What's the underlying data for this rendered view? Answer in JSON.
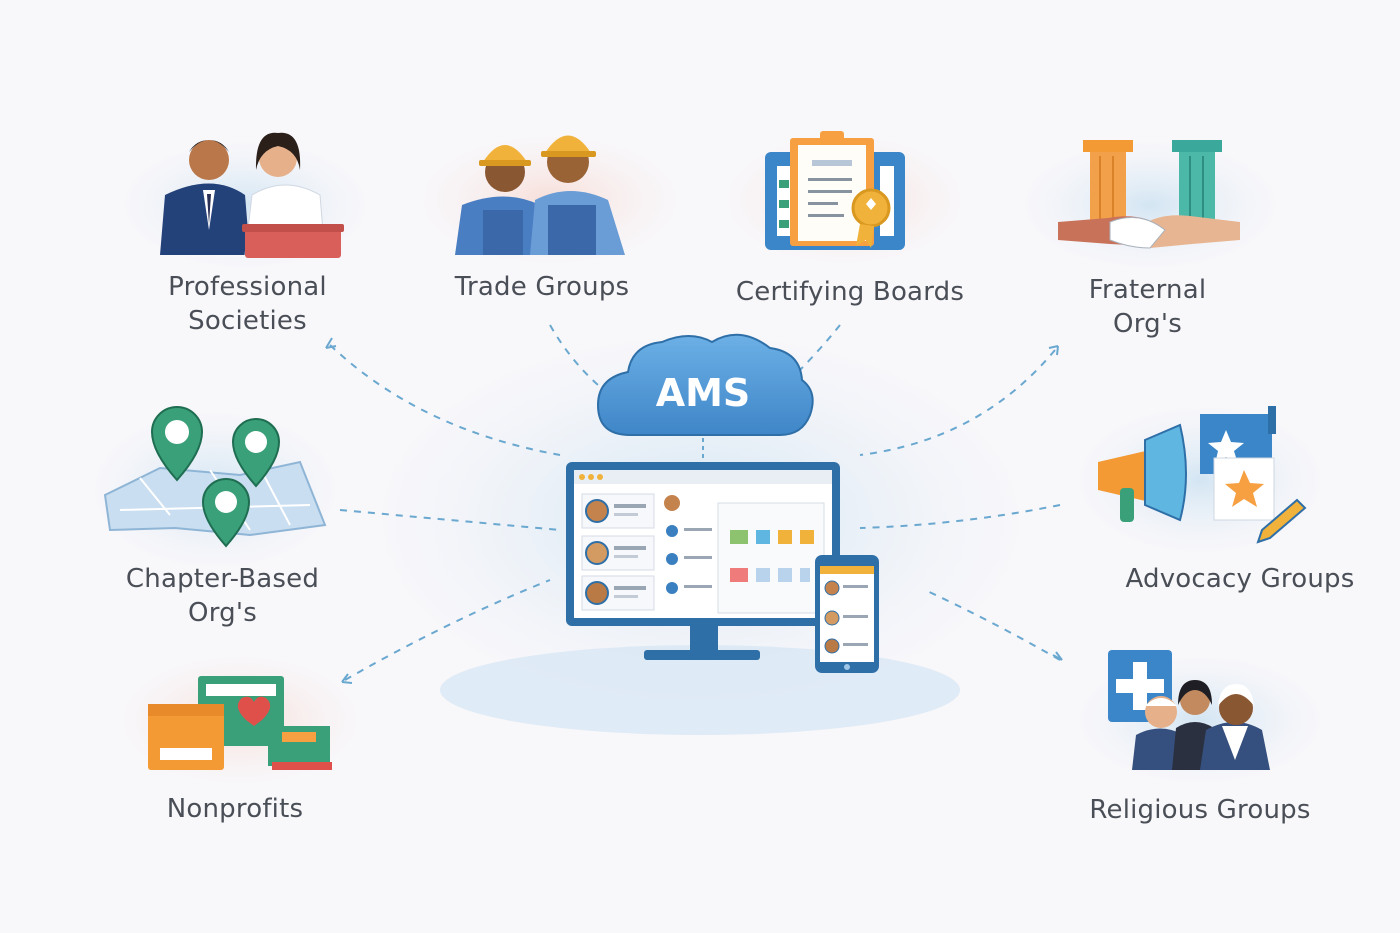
{
  "center": {
    "cloud_text": "AMS"
  },
  "categories": [
    {
      "id": "professional-societies",
      "label": "Professional\nSocieties"
    },
    {
      "id": "trade-groups",
      "label": "Trade Groups"
    },
    {
      "id": "certifying-boards",
      "label": "Certifying Boards"
    },
    {
      "id": "fraternal-orgs",
      "label": "Fraternal\nOrg's"
    },
    {
      "id": "chapter-based-orgs",
      "label": "Chapter-Based\nOrg's"
    },
    {
      "id": "advocacy-groups",
      "label": "Advocacy Groups"
    },
    {
      "id": "nonprofits",
      "label": "Nonprofits"
    },
    {
      "id": "religious-groups",
      "label": "Religious Groups"
    }
  ],
  "icons": {
    "professional-societies": "professionals-at-podium-icon",
    "trade-groups": "hard-hat-workers-icon",
    "certifying-boards": "certificate-clipboard-icon",
    "fraternal-orgs": "pillars-handshake-icon",
    "chapter-based-orgs": "map-pins-icon",
    "advocacy-groups": "megaphone-flag-icon",
    "nonprofits": "charity-boxes-icon",
    "religious-groups": "faith-community-icon"
  },
  "colors": {
    "cloud": "#4a90d0",
    "monitor": "#2f6fa8",
    "connector": "#6aa8d0",
    "text": "#4a4f57"
  }
}
